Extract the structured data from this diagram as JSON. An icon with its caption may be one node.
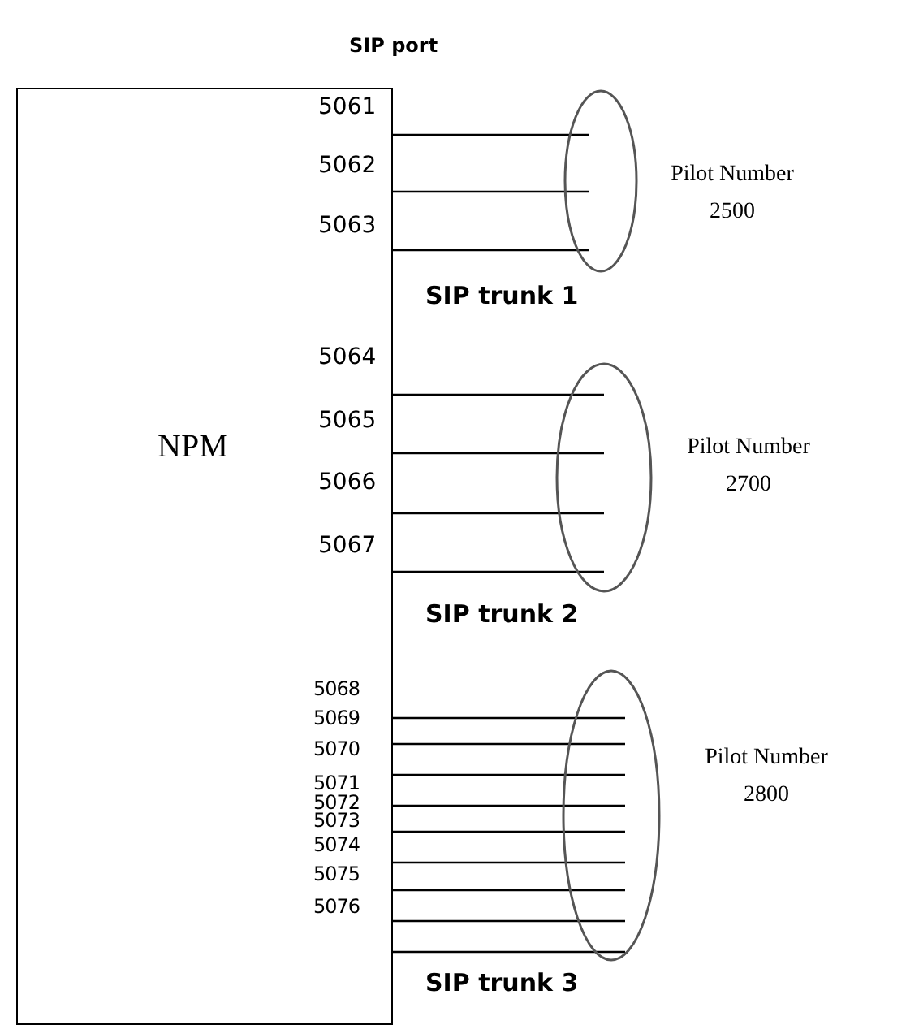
{
  "diagram": {
    "nodes": [
      {
        "text": [
          "NPM"
        ]
      },
      {
        "text": [],
        "shape": "ellipse",
        "beside": [
          "Pilot Number 2500",
          "SIP trunk 1"
        ]
      },
      {
        "text": [],
        "shape": "ellipse",
        "beside": [
          "Pilot Number 2700",
          "SIP trunk 2"
        ]
      },
      {
        "text": [],
        "shape": "ellipse",
        "beside": [
          "Pilot Number 2800",
          "SIP trunk 3"
        ]
      }
    ],
    "edges": [
      {
        "from": 0,
        "to": 1,
        "arrow": "none"
      },
      {
        "from": 0,
        "to": 1,
        "arrow": "none"
      },
      {
        "from": 0,
        "to": 1,
        "arrow": "none"
      },
      {
        "from": 0,
        "to": 2,
        "arrow": "none"
      },
      {
        "from": 0,
        "to": 2,
        "arrow": "none"
      },
      {
        "from": 0,
        "to": 2,
        "arrow": "none"
      },
      {
        "from": 0,
        "to": 2,
        "arrow": "none"
      },
      {
        "from": 0,
        "to": 3,
        "arrow": "none"
      },
      {
        "from": 0,
        "to": 3,
        "arrow": "none"
      },
      {
        "from": 0,
        "to": 3,
        "arrow": "none"
      },
      {
        "from": 0,
        "to": 3,
        "arrow": "none"
      },
      {
        "from": 0,
        "to": 3,
        "arrow": "none"
      },
      {
        "from": 0,
        "to": 3,
        "arrow": "none"
      },
      {
        "from": 0,
        "to": 3,
        "arrow": "none"
      },
      {
        "from": 0,
        "to": 3,
        "arrow": "none"
      },
      {
        "from": 0,
        "to": 3,
        "arrow": "none"
      }
    ],
    "labels": [
      "SIP port",
      "5061",
      "5062",
      "5063",
      "5064",
      "5065",
      "5066",
      "5067",
      "5068",
      "5069",
      "5070",
      "5071",
      "5072",
      "5073",
      "5074",
      "5075",
      "5076"
    ]
  }
}
